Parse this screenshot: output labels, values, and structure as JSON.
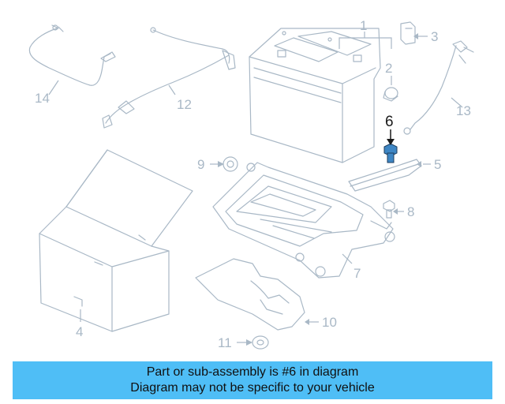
{
  "callouts": {
    "c1": "1",
    "c2": "2",
    "c3": "3",
    "c4": "4",
    "c5": "5",
    "c6": "6",
    "c7": "7",
    "c8": "8",
    "c9": "9",
    "c10": "10",
    "c11": "11",
    "c12": "12",
    "c13": "13",
    "c14": "14"
  },
  "highlighted_part": "6",
  "banner": {
    "line1": "Part or sub-assembly is #6 in diagram",
    "line2": "Diagram may not be specific to your vehicle"
  },
  "colors": {
    "line_art": "#a9b8c6",
    "highlight_part": "#3e86c4",
    "banner_bg": "#4fbef6",
    "banner_text": "#101010"
  }
}
